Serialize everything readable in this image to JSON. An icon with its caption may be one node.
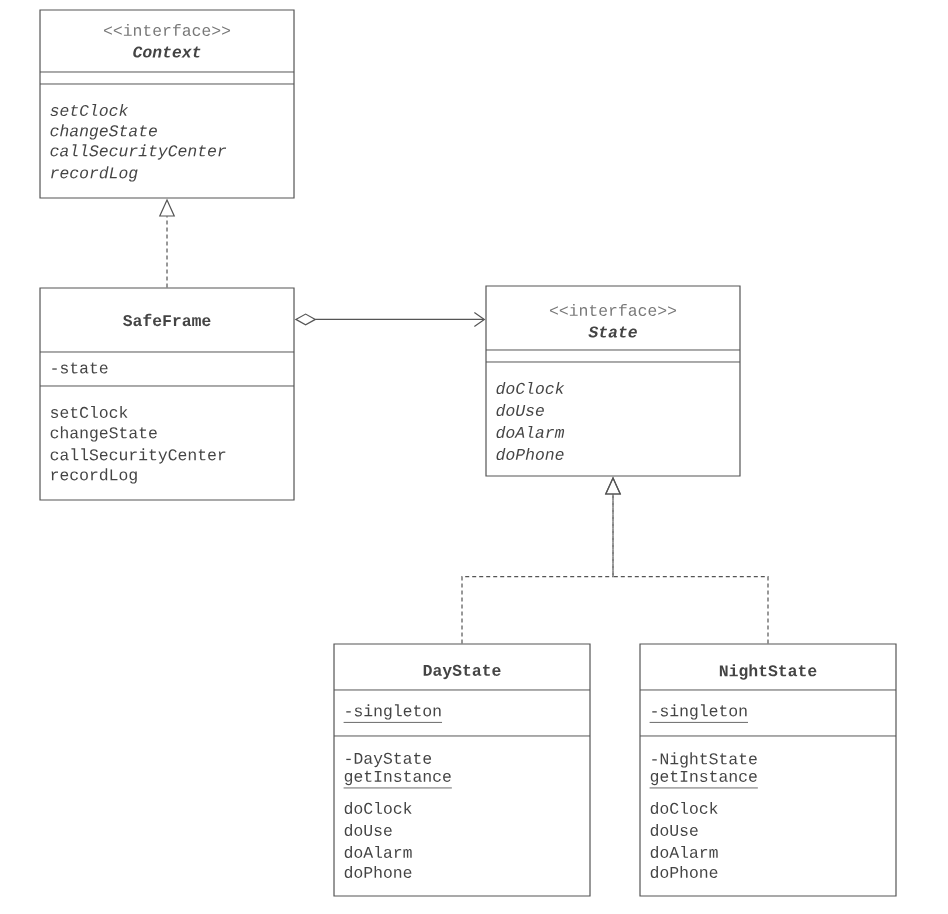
{
  "diagram": {
    "nodes": [
      {
        "text": [
          "<<interface>>",
          "Context",
          "setClock",
          "changeState",
          "callSecurityCenter",
          "recordLog"
        ]
      },
      {
        "text": [
          "SafeFrame",
          "-state",
          "setClock",
          "changeState",
          "callSecurityCenter",
          "recordLog"
        ]
      },
      {
        "text": [
          "<<interface>>",
          "State",
          "doClock",
          "doUse",
          "doAlarm",
          "doPhone"
        ]
      },
      {
        "text": [
          "DayState",
          "-singleton",
          "-DayState",
          "getInstance",
          "doClock",
          "doUse",
          "doAlarm",
          "doPhone"
        ]
      },
      {
        "text": [
          "NightState",
          "-singleton",
          "-NightState",
          "getInstance",
          "doClock",
          "doUse",
          "doAlarm",
          "doPhone"
        ]
      }
    ],
    "edges": [
      {
        "from": 1,
        "to": 0,
        "arrow": "to",
        "style": "dashed"
      },
      {
        "from": 1,
        "to": 2,
        "arrow": "to"
      },
      {
        "from": 3,
        "to": 2,
        "arrow": "to",
        "style": "dashed"
      },
      {
        "from": 4,
        "to": 2,
        "arrow": "to",
        "style": "dashed"
      }
    ]
  }
}
